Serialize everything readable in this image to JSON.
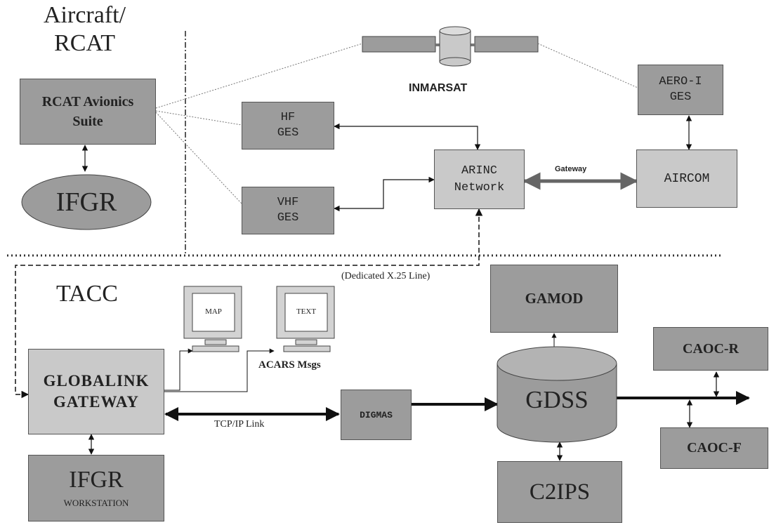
{
  "regions": {
    "aircraft_title_1": "Aircraft/",
    "aircraft_title_2": "RCAT",
    "tacc_title": "TACC"
  },
  "nodes": {
    "rcat_avionics": {
      "line1": "RCAT Avionics",
      "line2": "Suite"
    },
    "ifgr_top": "IFGR",
    "hf_ges": {
      "line1": "HF",
      "line2": "GES"
    },
    "vhf_ges": {
      "line1": "VHF",
      "line2": "GES"
    },
    "arinc": {
      "line1": "ARINC",
      "line2": "Network"
    },
    "aero_i_ges": {
      "line1": "AERO-I",
      "line2": "GES"
    },
    "aircom": "AIRCOM",
    "inmarsat": "INMARSAT",
    "gamod": "GAMOD",
    "globalink": {
      "line1": "GLOBALINK",
      "line2": "GATEWAY"
    },
    "digmas": "DIGMAS",
    "gdss": "GDSS",
    "caoc_r": "CAOC-R",
    "caoc_f": "CAOC-F",
    "c2ips": "C2IPS",
    "ifgr_ws": {
      "line1": "IFGR",
      "line2": "WORKSTATION"
    },
    "map_monitor": "MAP",
    "text_monitor": "TEXT"
  },
  "links": {
    "gateway": "Gateway",
    "dedicated_line": "(Dedicated X.25 Line)",
    "acars_msgs": "ACARS Msgs",
    "tcpip_link": "TCP/IP Link"
  },
  "colors": {
    "dark_box": "#9c9c9c",
    "light_box": "#c9c9c9",
    "line": "#111111"
  }
}
